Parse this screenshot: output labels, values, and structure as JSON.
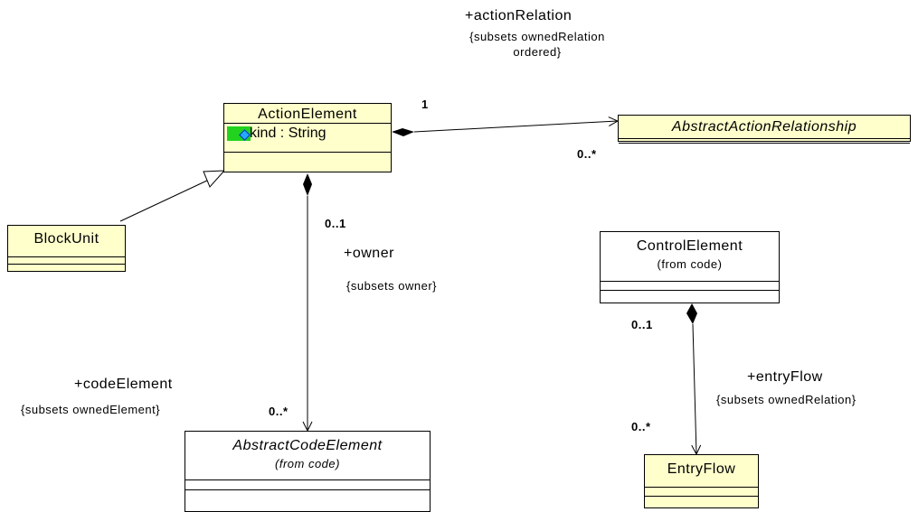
{
  "classes": {
    "action_element": {
      "name": "ActionElement",
      "attribute": "kind : String"
    },
    "abstract_action_relationship": {
      "name": "AbstractActionRelationship"
    },
    "block_unit": {
      "name": "BlockUnit"
    },
    "control_element": {
      "name": "ControlElement",
      "from": "(from code)"
    },
    "abstract_code_element": {
      "name": "AbstractCodeElement",
      "from": "(from code)"
    },
    "entry_flow": {
      "name": "EntryFlow"
    }
  },
  "associations": {
    "action_relation": {
      "role": "+actionRelation",
      "constraint_line1": "{subsets ownedRelation",
      "constraint_line2": "ordered}",
      "source_mult": "1",
      "target_mult": "0..*"
    },
    "owner": {
      "role": "+owner",
      "constraint": "{subsets owner}",
      "source_mult": "0..1"
    },
    "code_element": {
      "role": "+codeElement",
      "constraint": "{subsets ownedElement}",
      "target_mult": "0..*"
    },
    "entry_flow": {
      "role": "+entryFlow",
      "constraint": "{subsets ownedRelation}",
      "source_mult": "0..1",
      "target_mult": "0..*"
    }
  },
  "colors": {
    "class_fill": "#ffffcc",
    "external_class_fill": "#ffffff",
    "visibility_marker": "#21d31f",
    "attribute_icon": "#26a8ff"
  }
}
